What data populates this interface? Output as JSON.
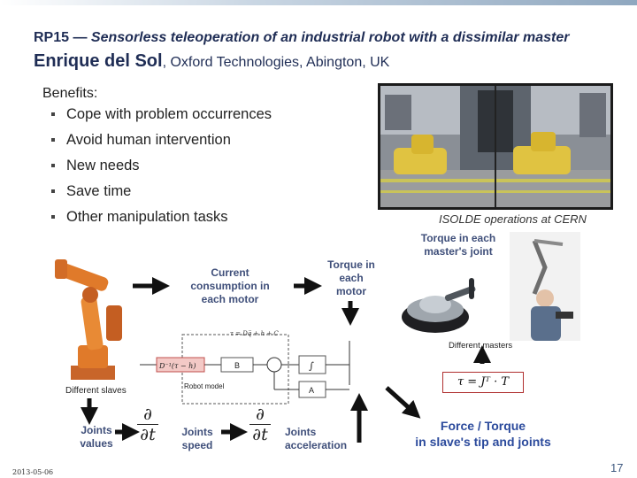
{
  "slide": {
    "title_prefix": "RP15 — ",
    "title_rest": "Sensorless teleoperation of an industrial robot with a dissimilar master",
    "author": "Enrique del Sol",
    "affiliation": ", Oxford Technologies, Abington, UK",
    "benefits_heading": "Benefits:",
    "benefits": [
      "Cope with problem occurrences",
      "Avoid human intervention",
      "New needs",
      "Save time",
      "Other manipulation tasks"
    ],
    "photo_caption": "ISOLDE operations at CERN",
    "date": "2013-05-06",
    "page_number": "17"
  },
  "figure": {
    "current_label": [
      "Current",
      "consumption in",
      "each motor"
    ],
    "torque_motor_label": [
      "Torque in",
      "each",
      "motor"
    ],
    "torque_master_label": [
      "Torque in each",
      "master's joint"
    ],
    "different_slaves": "Different slaves",
    "different_masters": "Different masters",
    "robot_model": "Robot model",
    "model_equation": "τ = Dq̈ + h + C",
    "inv_block": "D⁻¹(τ − h)",
    "b_block": "B",
    "integral_block": "∫",
    "a_block": "A",
    "jacobian_formula": "τ = Jᵀ · T",
    "joints_values": [
      "Joints",
      "values"
    ],
    "joints_speed": [
      "Joints",
      "speed"
    ],
    "joints_acceleration": [
      "Joints",
      "acceleration"
    ],
    "deriv_top": "∂",
    "deriv_bottom": "∂t",
    "force_torque": [
      "Force / Torque",
      "in slave's tip and joints"
    ]
  },
  "colors": {
    "title": "#1f2d55",
    "label_blue": "#3f4f7a",
    "robot_orange": "#e07a2a",
    "formula_border": "#b03030"
  }
}
